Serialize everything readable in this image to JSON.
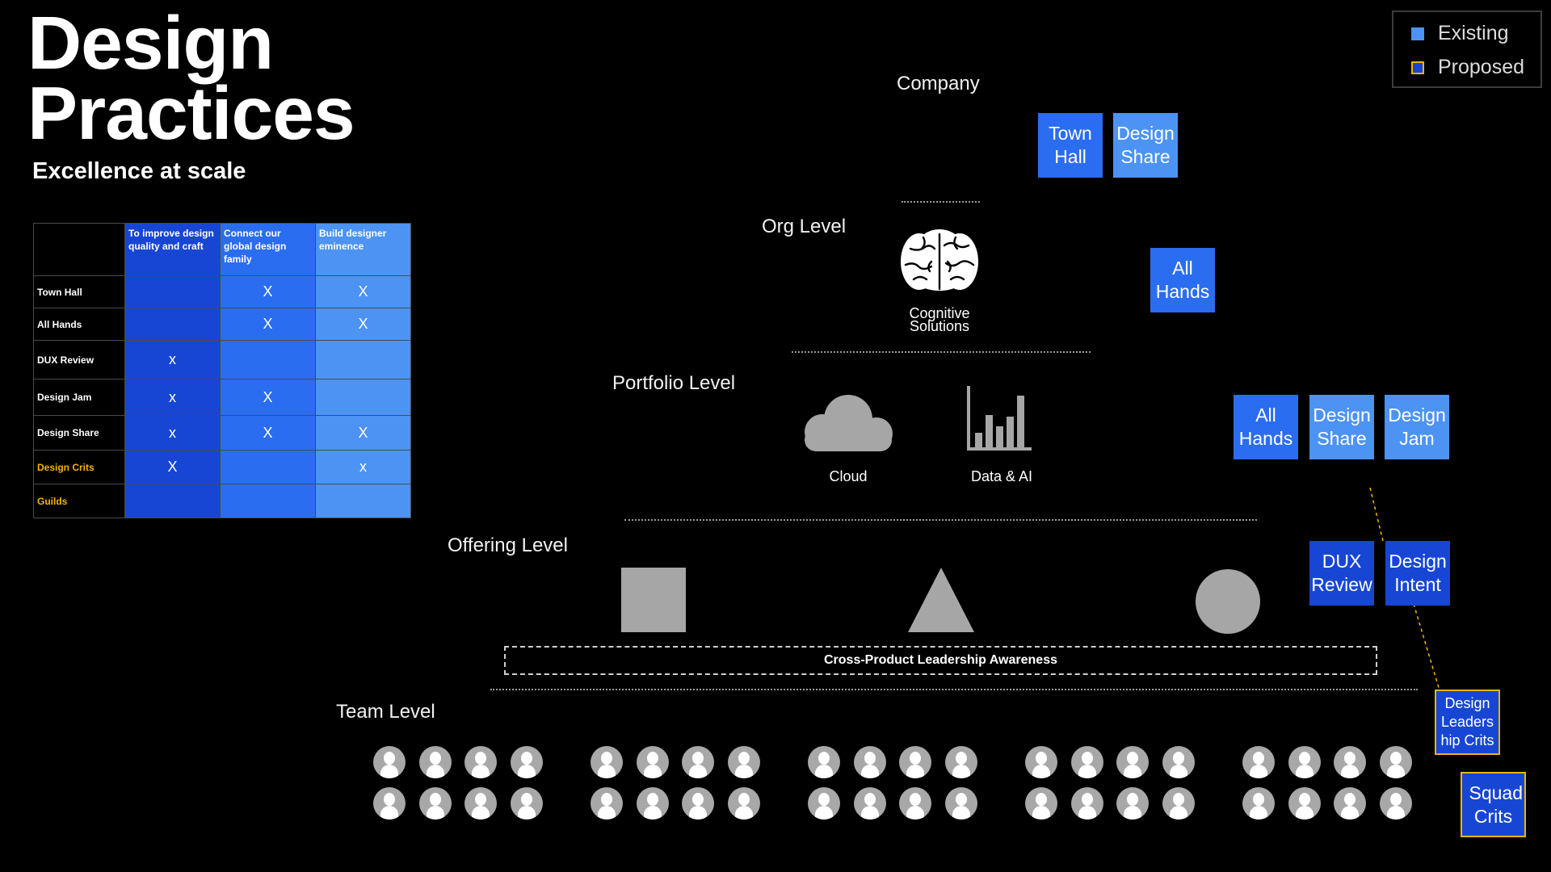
{
  "header": {
    "title_line1": "Design",
    "title_line2": "Practices",
    "subtitle": "Excellence at scale"
  },
  "legend": {
    "existing": "Existing",
    "proposed": "Proposed"
  },
  "table": {
    "columns": [
      "To improve design quality and craft",
      "Connect our global design family",
      "Build designer eminence"
    ],
    "rows": [
      {
        "name": "Town Hall",
        "highlight": false,
        "marks": [
          "",
          "X",
          "X"
        ]
      },
      {
        "name": "All Hands",
        "highlight": false,
        "marks": [
          "",
          "X",
          "X"
        ]
      },
      {
        "name": "DUX Review",
        "highlight": false,
        "marks": [
          "x",
          "",
          ""
        ]
      },
      {
        "name": "Design Jam",
        "highlight": false,
        "marks": [
          "x",
          "X",
          ""
        ]
      },
      {
        "name": "Design Share",
        "highlight": false,
        "marks": [
          "x",
          "X",
          "X"
        ]
      },
      {
        "name": "Design Crits",
        "highlight": true,
        "marks": [
          "X",
          "",
          "x"
        ]
      },
      {
        "name": "Guilds",
        "highlight": true,
        "marks": [
          "",
          "",
          ""
        ]
      }
    ]
  },
  "levels": {
    "company": "Company",
    "org": "Org Level",
    "portfolio": "Portfolio Level",
    "offering": "Offering Level",
    "team": "Team Level"
  },
  "icons": {
    "brain": "Cognitive Solutions",
    "cloud": "Cloud",
    "data_ai": "Data & AI"
  },
  "boxes": {
    "town_hall": "Town Hall",
    "design_share_company": "Design Share",
    "all_hands_org": "All Hands",
    "all_hands_portfolio": "All Hands",
    "design_share_portfolio": "Design Share",
    "design_jam": "Design Jam",
    "dux_review": "DUX Review",
    "design_intent": "Design Intent",
    "design_leadership_crits": "Design Leaders hip Crits",
    "squad_crits": "Squad Crits"
  },
  "cross_product": "Cross-Product Leadership Awareness",
  "colors": {
    "existing": "#4c93f4",
    "proposed": "#1846d4",
    "proposed_border": "#f4b400",
    "mid_blue": "#2b6df0",
    "shape_gray": "#a6a6a6"
  },
  "team": {
    "groups": 5,
    "people_per_group": 8
  }
}
